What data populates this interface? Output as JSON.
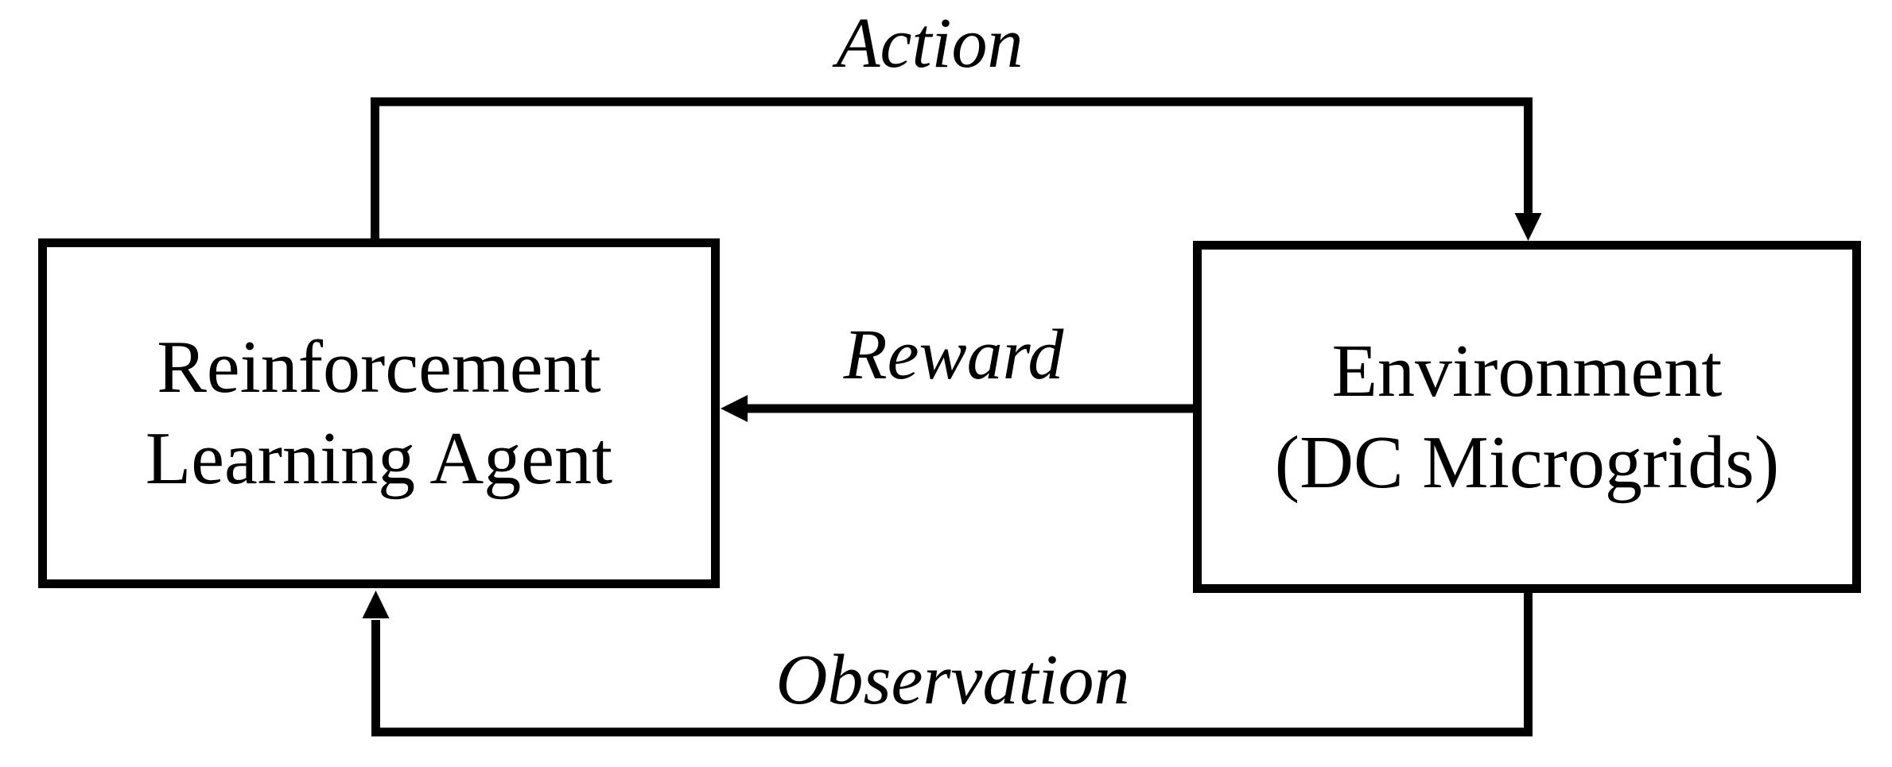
{
  "diagram": {
    "type": "reinforcement-learning-loop",
    "colors": {
      "stroke": "#000000",
      "background": "#ffffff",
      "text": "#000000"
    },
    "nodes": [
      {
        "id": "reinforcement-learning-agent",
        "line1": "Reinforcement",
        "line2": "Learning Agent"
      },
      {
        "id": "environment-dc-microgrids",
        "line1": "Environment",
        "line2": "(DC Microgrids)"
      }
    ],
    "edges": [
      {
        "id": "action",
        "label": "Action",
        "from": "reinforcement-learning-agent",
        "to": "environment-dc-microgrids"
      },
      {
        "id": "reward",
        "label": "Reward",
        "from": "environment-dc-microgrids",
        "to": "reinforcement-learning-agent"
      },
      {
        "id": "observation",
        "label": "Observation",
        "from": "environment-dc-microgrids",
        "to": "reinforcement-learning-agent"
      }
    ]
  }
}
